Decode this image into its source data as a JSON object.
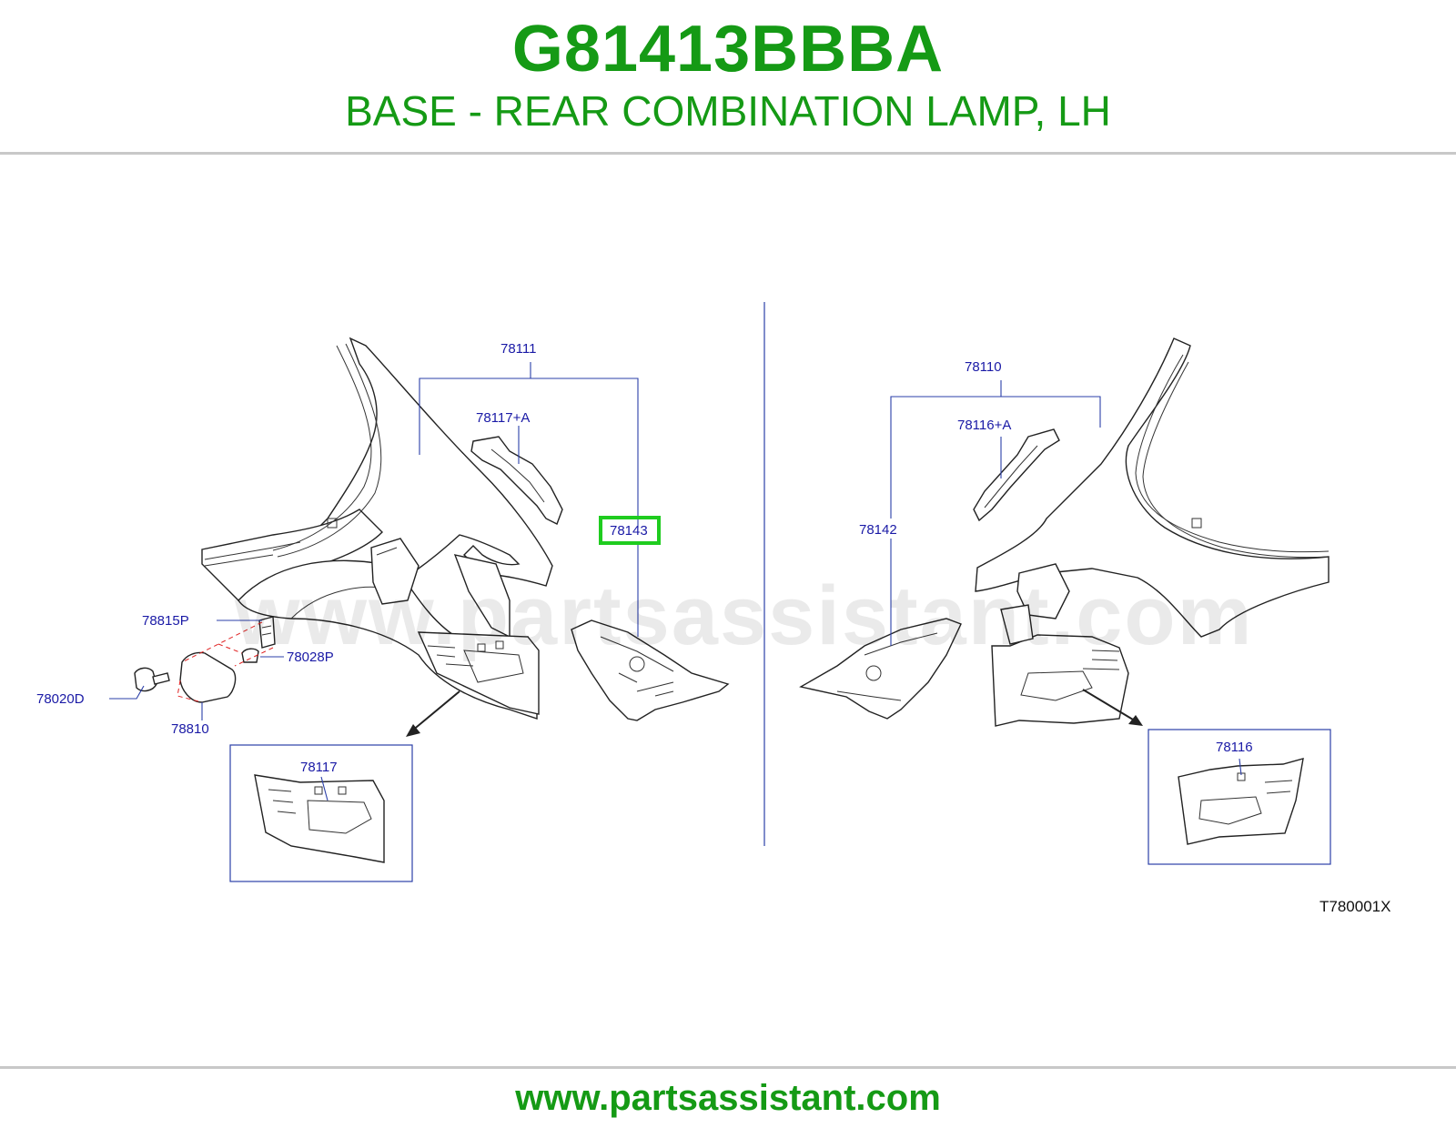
{
  "header": {
    "part_number": "G81413BBBA",
    "subtitle": "BASE - REAR COMBINATION LAMP, LH"
  },
  "diagram": {
    "watermark": "www.partsassistant.com",
    "reference_code": "T780001X",
    "highlight_color": "#1fcc1f",
    "brand_color": "#159a15",
    "label_color": "#1a1aa6",
    "labels": {
      "p78111": "78111",
      "p78117A": "78117+A",
      "p78143": "78143",
      "p78815P": "78815P",
      "p78028P": "78028P",
      "p78020D": "78020D",
      "p78810": "78810",
      "p78117": "78117",
      "p78110": "78110",
      "p78116A": "78116+A",
      "p78142": "78142",
      "p78116": "78116"
    },
    "highlighted_part": "78143"
  },
  "footer": {
    "url": "www.partsassistant.com"
  }
}
